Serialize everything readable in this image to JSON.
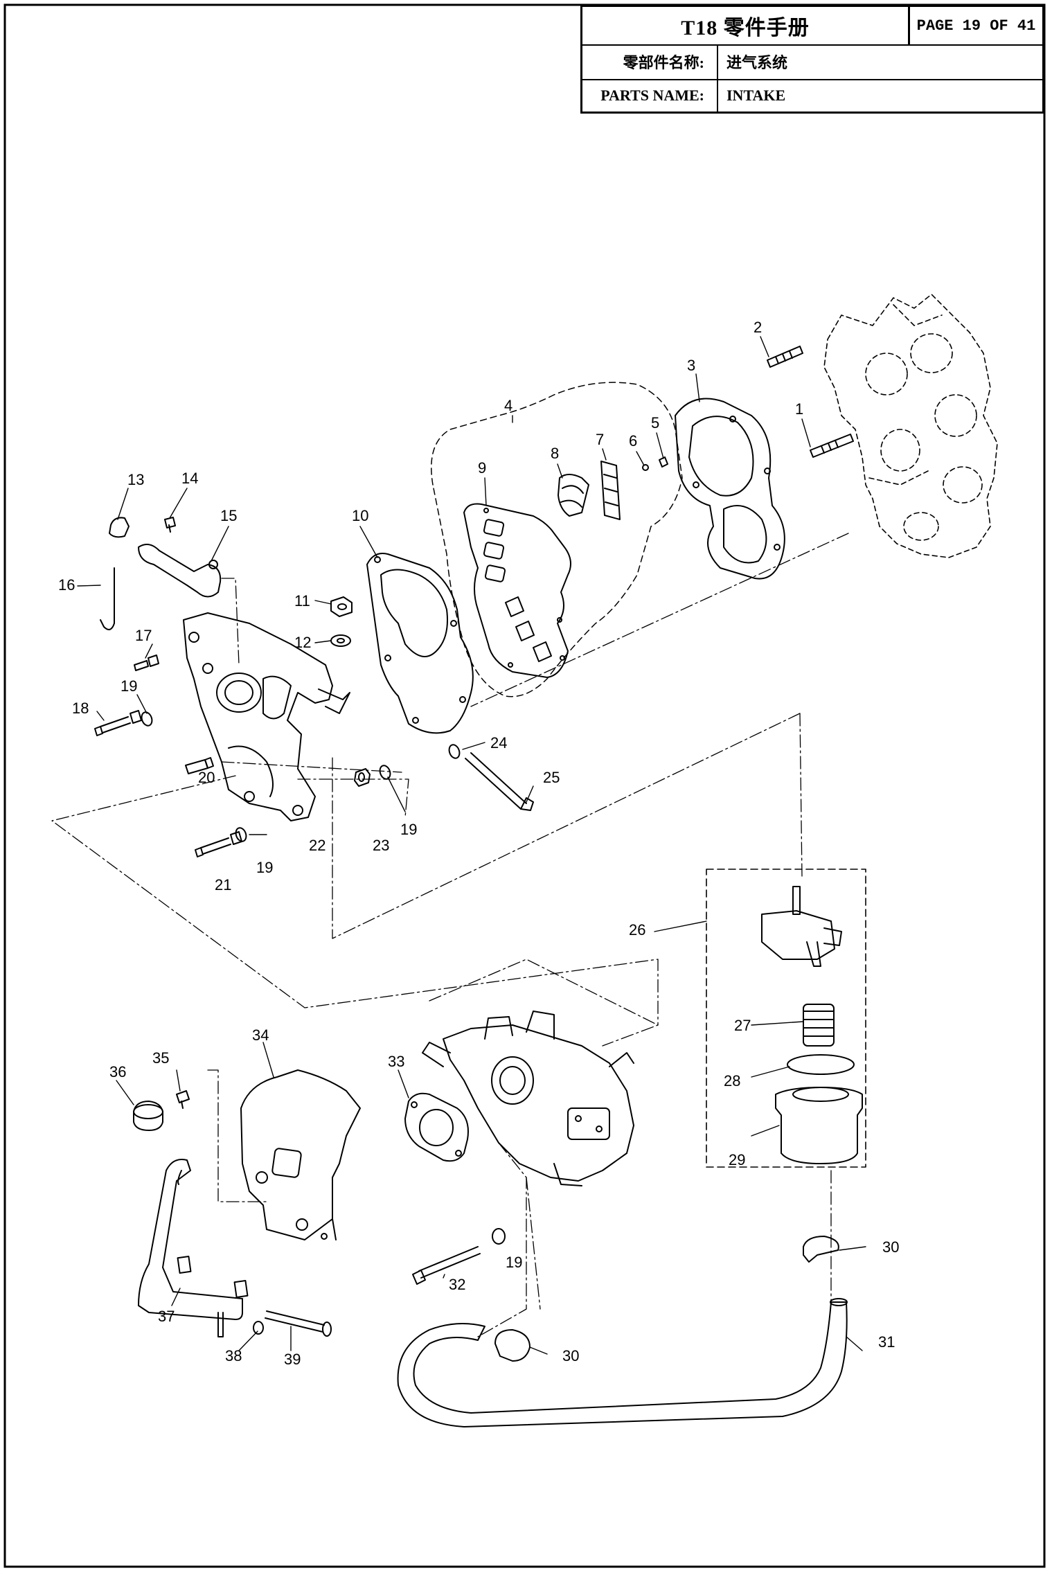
{
  "header": {
    "title": "T18 零件手册",
    "page": "PAGE 19 OF 41",
    "parts_name_label_cn": "零部件名称:",
    "parts_name_value_cn": "进气系统",
    "parts_name_label_en": "PARTS NAME:",
    "parts_name_value_en": "INTAKE"
  },
  "callouts": [
    {
      "id": "1",
      "label": "1"
    },
    {
      "id": "2",
      "label": "2"
    },
    {
      "id": "3",
      "label": "3"
    },
    {
      "id": "4",
      "label": "4"
    },
    {
      "id": "5",
      "label": "5"
    },
    {
      "id": "6",
      "label": "6"
    },
    {
      "id": "7",
      "label": "7"
    },
    {
      "id": "8",
      "label": "8"
    },
    {
      "id": "9",
      "label": "9"
    },
    {
      "id": "10",
      "label": "10"
    },
    {
      "id": "11",
      "label": "11"
    },
    {
      "id": "12",
      "label": "12"
    },
    {
      "id": "13",
      "label": "13"
    },
    {
      "id": "14",
      "label": "14"
    },
    {
      "id": "15",
      "label": "15"
    },
    {
      "id": "16",
      "label": "16"
    },
    {
      "id": "17",
      "label": "17"
    },
    {
      "id": "18",
      "label": "18"
    },
    {
      "id": "19a",
      "label": "19"
    },
    {
      "id": "19b",
      "label": "19"
    },
    {
      "id": "19c",
      "label": "19"
    },
    {
      "id": "19d",
      "label": "19"
    },
    {
      "id": "20",
      "label": "20"
    },
    {
      "id": "21",
      "label": "21"
    },
    {
      "id": "22",
      "label": "22"
    },
    {
      "id": "23",
      "label": "23"
    },
    {
      "id": "24",
      "label": "24"
    },
    {
      "id": "25",
      "label": "25"
    },
    {
      "id": "26",
      "label": "26"
    },
    {
      "id": "27",
      "label": "27"
    },
    {
      "id": "28",
      "label": "28"
    },
    {
      "id": "29",
      "label": "29"
    },
    {
      "id": "30a",
      "label": "30"
    },
    {
      "id": "30b",
      "label": "30"
    },
    {
      "id": "31",
      "label": "31"
    },
    {
      "id": "32",
      "label": "32"
    },
    {
      "id": "33",
      "label": "33"
    },
    {
      "id": "34",
      "label": "34"
    },
    {
      "id": "35",
      "label": "35"
    },
    {
      "id": "36",
      "label": "36"
    },
    {
      "id": "37",
      "label": "37"
    },
    {
      "id": "38",
      "label": "38"
    },
    {
      "id": "39",
      "label": "39"
    }
  ]
}
